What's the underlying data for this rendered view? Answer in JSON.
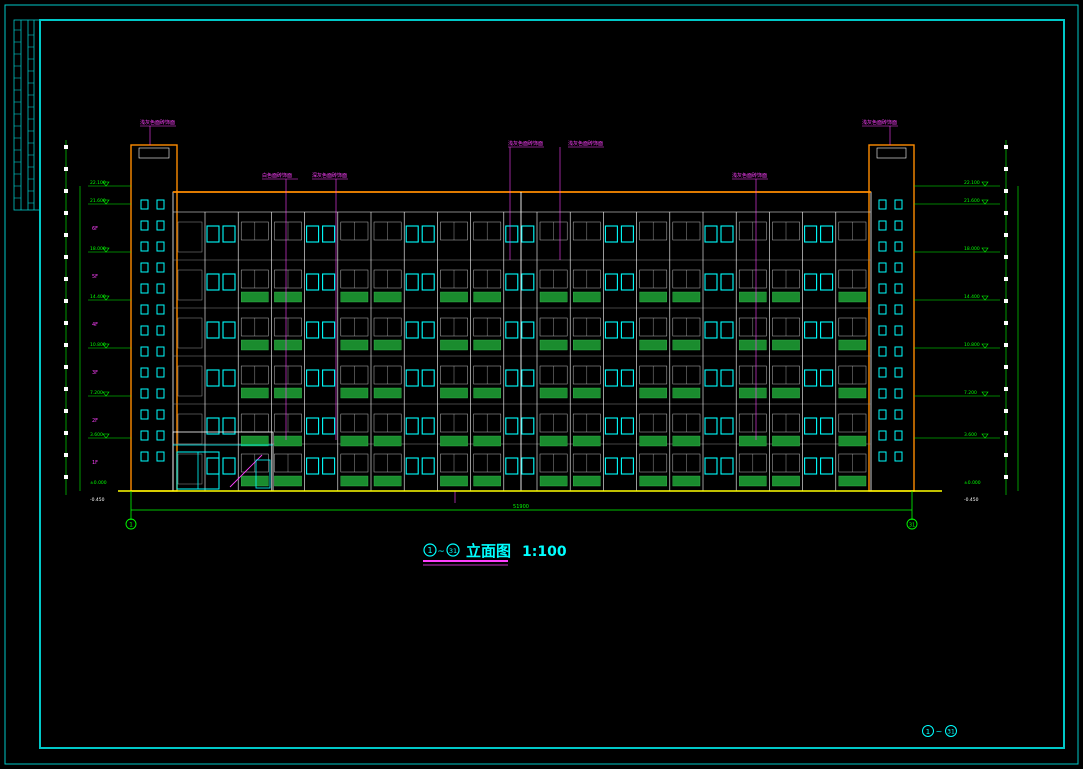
{
  "drawing": {
    "title_main": "立面图",
    "title_scale": "1:100",
    "title_axis_start": "1",
    "title_axis_end": "31",
    "overall_dimension": "51900",
    "ground_level_label": "±0.000",
    "outdoor_level_label": "-0.450",
    "axis_left": "1",
    "axis_right": "31",
    "corner_ref_start": "1",
    "corner_ref_end": "31"
  },
  "levels_left": [
    {
      "label": "22.100",
      "floor": ""
    },
    {
      "label": "21.600",
      "floor": "6F"
    },
    {
      "label": "18.000",
      "floor": "5F"
    },
    {
      "label": "14.400",
      "floor": "4F"
    },
    {
      "label": "10.800",
      "floor": "3F"
    },
    {
      "label": "7.200",
      "floor": "2F"
    },
    {
      "label": "3.600",
      "floor": "1F"
    }
  ],
  "levels_right": [
    "22.100",
    "21.600",
    "18.000",
    "14.400",
    "10.800",
    "7.200",
    "3.600"
  ],
  "annotations": [
    "浅灰色面砖饰面",
    "白色面砖饰面",
    "深灰色面砖饰面",
    "浅灰色面砖饰面",
    "浅灰色面砖饰面",
    "浅灰色面砖饰面",
    "浅灰色面砖饰面"
  ],
  "colors": {
    "background": "#000000",
    "frame": "#00c8c8",
    "dimension": "#00ff00",
    "annotation": "#ff40ff",
    "window_frame": "#00ffff",
    "parapet": "#ff8c00",
    "facade_line": "#ffffff",
    "balcony_green": "#1a8c2e",
    "ground": "#ffff00",
    "title": "#00ffff"
  }
}
